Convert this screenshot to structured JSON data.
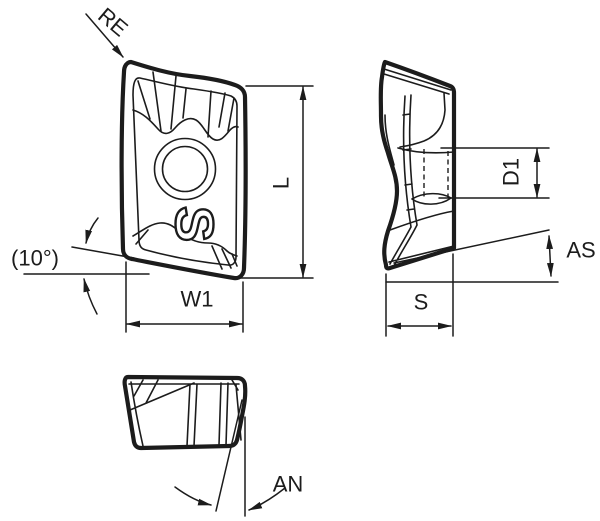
{
  "drawing": {
    "background": "#ffffff",
    "line_color": "#1c1c1c",
    "insert_logo": "S",
    "labels": {
      "re": "RE",
      "l": "L",
      "w1": "W1",
      "angle10": "(10°)",
      "d1": "D1",
      "as": "AS",
      "s": "S",
      "an": "AN"
    }
  }
}
